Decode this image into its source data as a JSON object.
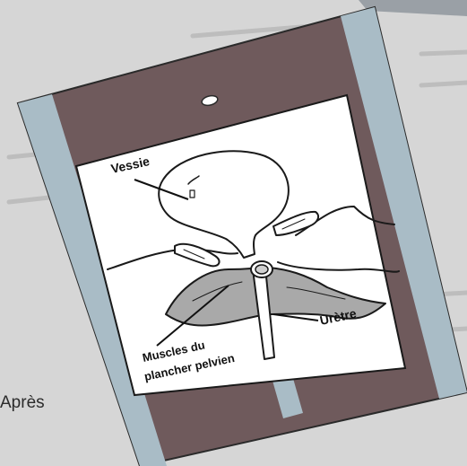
{
  "caption": "Après",
  "labels": {
    "vessie": "Vessie",
    "uretre": "Urètre",
    "muscles_line1": "Muscles du",
    "muscles_line2": "plancher pelvien"
  },
  "colors": {
    "page_background": "#d8d8d8",
    "outer_frame": "#6f5a5c",
    "side_panel": "#a9bcc6",
    "inner_panel": "#ffffff",
    "muscle_fill": "#a9a9a9"
  },
  "background_text_lines": 12
}
